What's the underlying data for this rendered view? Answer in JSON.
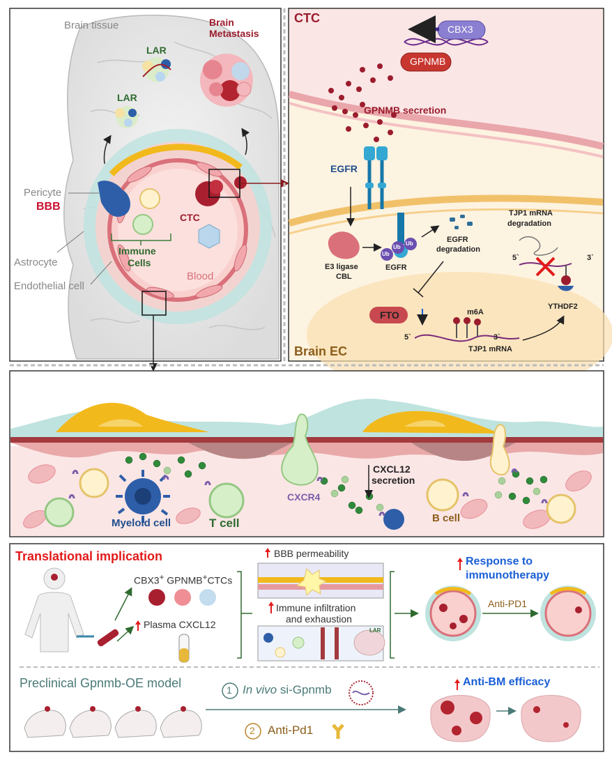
{
  "panel_top_left": {
    "brain_tissue": "Brain tissue",
    "brain_metastasis_line1": "Brain",
    "brain_metastasis_line2": "Metastasis",
    "lar_1": "LAR",
    "lar_2": "LAR",
    "pericyte": "Pericyte",
    "bbb": "BBB",
    "ctc": "CTC",
    "immune_cells_line1": "Immune",
    "immune_cells_line2": "Cells",
    "astrocyte": "Astrocyte",
    "blood": "Blood",
    "endothelial_cell": "Endothelial cell"
  },
  "panel_top_right": {
    "ctc": "CTC",
    "cbx3": "CBX3",
    "gpnmb": "GPNMB",
    "gpnmb_secretion": "GPNMB secretion",
    "egfr_receptor": "EGFR",
    "e3_ligase_line1": "E3 ligase",
    "e3_ligase_line2": "CBL",
    "ub": "Ub",
    "egfr_ub": "EGFR",
    "egfr_degradation_line1": "EGFR",
    "egfr_degradation_line2": "degradation",
    "tjp1_degradation_line1": "TJP1 mRNA",
    "tjp1_degradation_line2": "degradation",
    "five_prime": "5`",
    "three_prime": "3`",
    "fto": "FTO",
    "m6a": "m6A",
    "tjp1_mrna": "TJP1 mRNA",
    "ythdf2": "YTHDF2",
    "brain_ec": "Brain EC"
  },
  "panel_middle": {
    "cxcr4": "CXCR4",
    "cxcl12_line1": "CXCL12",
    "cxcl12_line2": "secretion",
    "myeloid_cell": "Myeloid cell",
    "t_cell": "T cell",
    "b_cell": "B cell"
  },
  "panel_bottom": {
    "title": "Translational implication",
    "ctcs_prefix": "CBX3",
    "ctcs_mid": " GPNMB",
    "ctcs_suffix": "CTCs",
    "plasma": "Plasma CXCL12",
    "bbb_permeability": "BBB  permeability",
    "immune_line1": "Immune infiltration",
    "immune_line2": "and exhaustion",
    "lar": "LAR",
    "response_line1": "Response to",
    "response_line2": "immunotherapy",
    "anti_pd1": "Anti-PD1",
    "preclinical": "Preclinical Gpnmb-OE model",
    "step1_num": "1",
    "step1_italic": "In vivo",
    "step1_rest": " si-Gpnmb",
    "step2_num": "2",
    "step2": "Anti-Pd1",
    "anti_bm": "Anti-BM efficacy"
  },
  "colors": {
    "red_accent": "#c8102e",
    "navy": "#1f4e8c",
    "dark_red": "#9b1c2c",
    "blue_accent": "#1a5fd6",
    "olive": "#8b5e1a",
    "green": "#2f6a2f"
  }
}
